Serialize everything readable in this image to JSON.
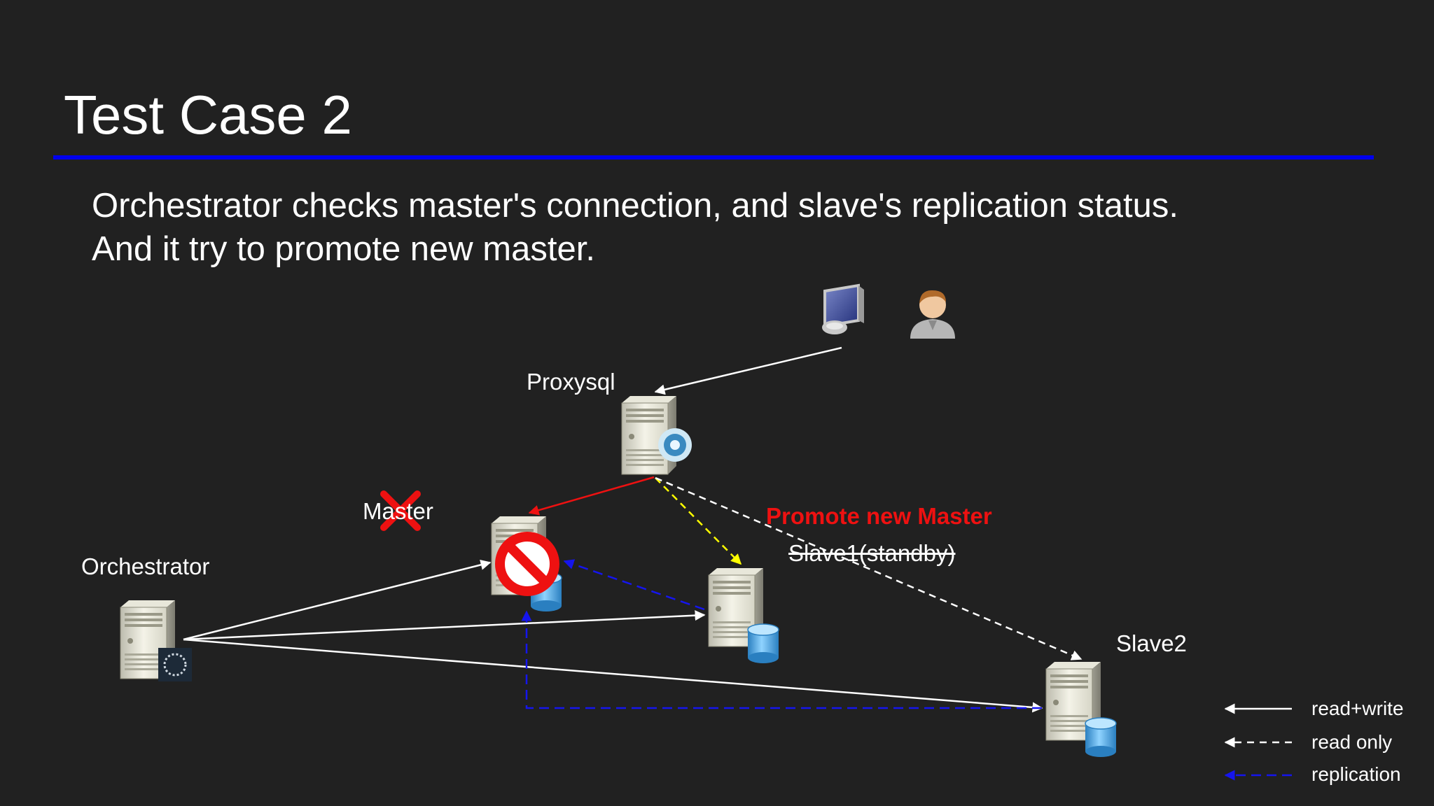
{
  "slide": {
    "title": "Test Case 2",
    "lines": [
      "Orchestrator checks master's connection, and slave's replication status.",
      "And it try to promote new master."
    ]
  },
  "nodes": {
    "proxysql": "Proxysql",
    "master": "Master",
    "orchestrator": "Orchestrator",
    "slave1": "Slave1(standby)",
    "slave2": "Slave2"
  },
  "annotation": {
    "promote": "Promote new Master"
  },
  "legend": {
    "read_write": "read+write",
    "read_only": "read only",
    "replication": "replication"
  },
  "icons": {
    "client": "desktop-computer-icon",
    "user": "user-person-icon",
    "server": "server-tower-icon",
    "database": "database-cylinder-icon",
    "failed": "prohibited-icon",
    "down": "red-x-icon"
  },
  "colors": {
    "background": "#212121",
    "title_rule": "#0000ee",
    "read_write": "#ffffff",
    "read_only": "#ffffff",
    "replication": "#1515ee",
    "failover_route": "#ee1111",
    "new_route": "#ffff00",
    "promote_text": "#ee1111"
  }
}
